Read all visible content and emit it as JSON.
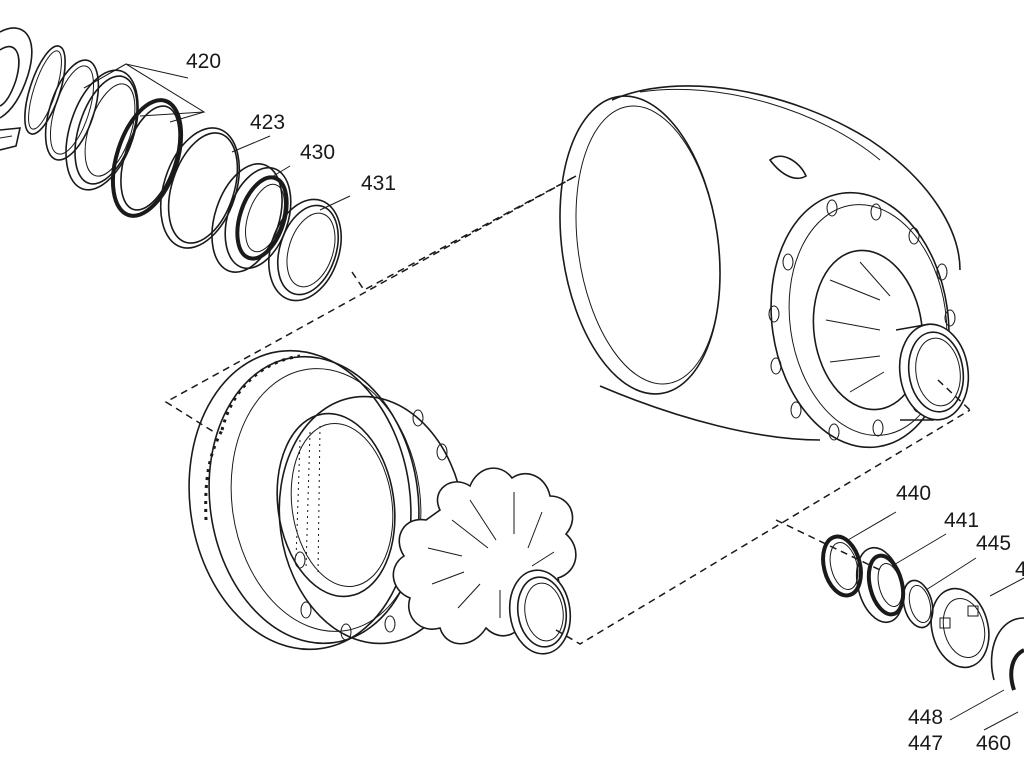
{
  "labels": {
    "p420": "420",
    "p423": "423",
    "p430": "430",
    "p431": "431",
    "p440": "440",
    "p441": "441",
    "p445": "445",
    "p448": "448",
    "p447": "447",
    "p460": "460",
    "p4x": "4"
  }
}
